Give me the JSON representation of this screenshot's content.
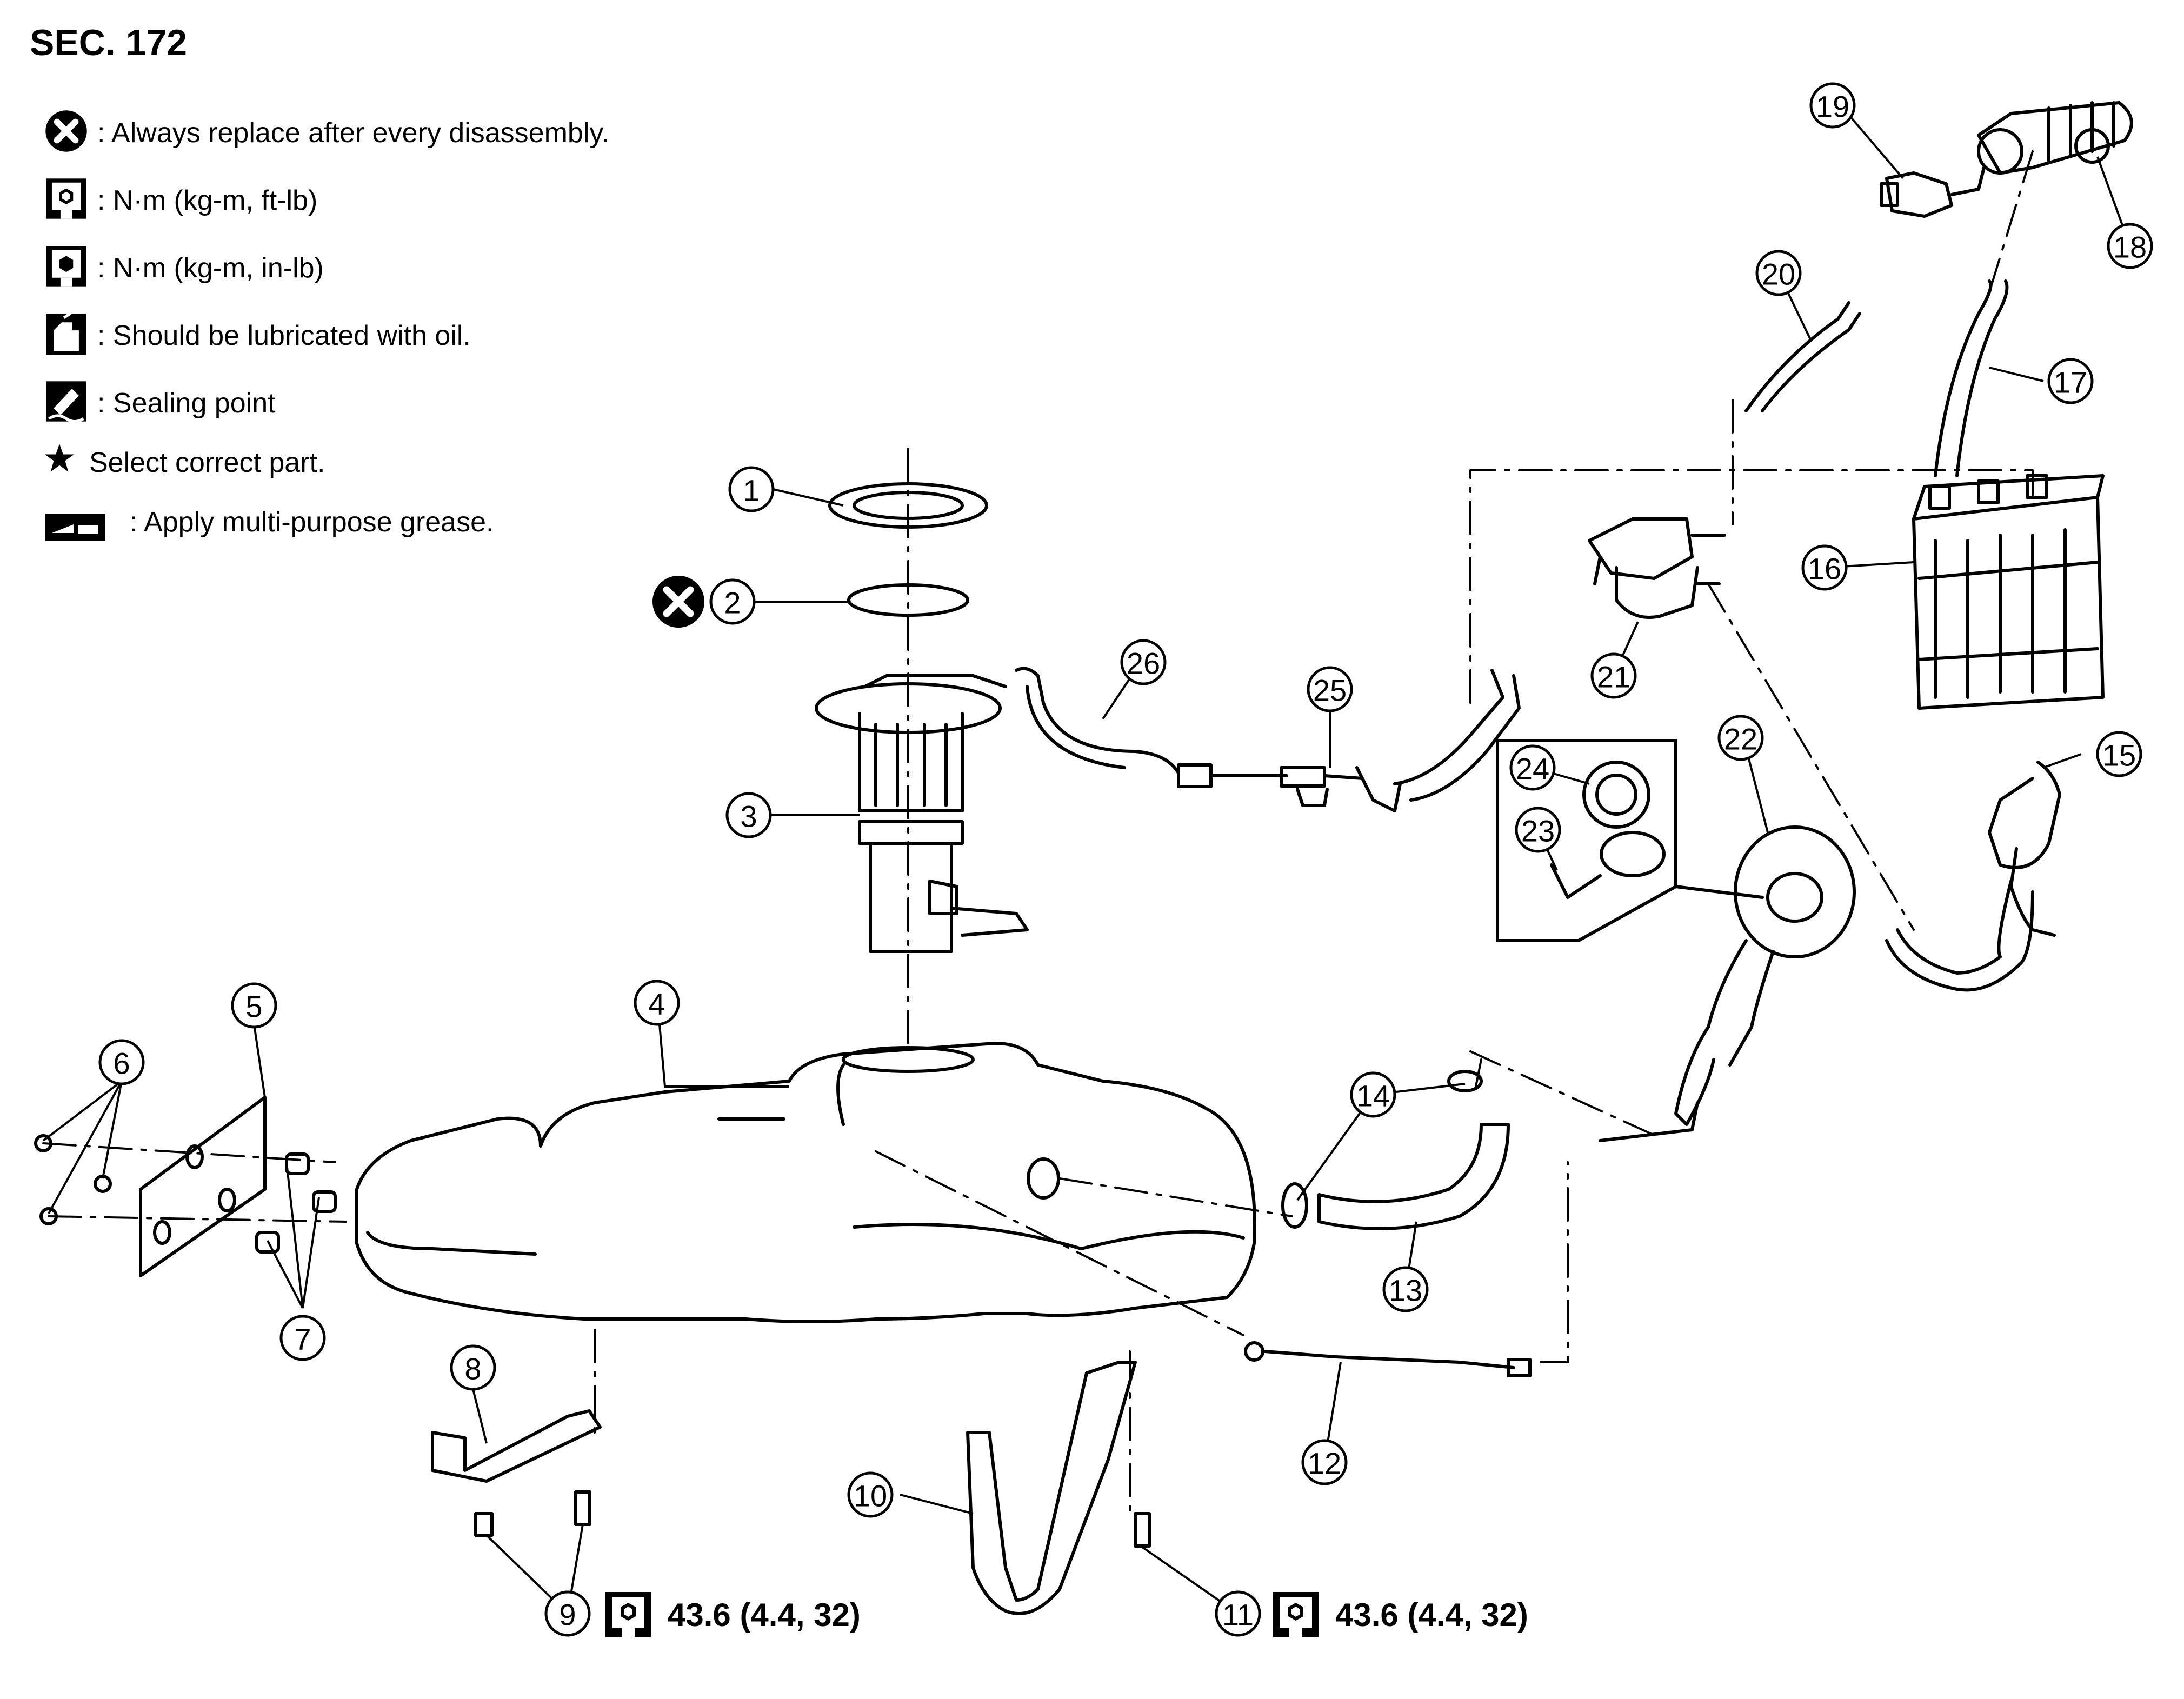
{
  "section_title": "SEC. 172",
  "legend": [
    {
      "icon": "always-replace-icon",
      "text": ": Always replace after every disassembly."
    },
    {
      "icon": "torque-ft-lb-icon",
      "text": ": N·m (kg-m, ft-lb)"
    },
    {
      "icon": "torque-in-lb-icon",
      "text": ": N·m (kg-m, in-lb)"
    },
    {
      "icon": "oil-can-icon",
      "text": ": Should be lubricated with oil."
    },
    {
      "icon": "sealing-point-icon",
      "text": ": Sealing point"
    },
    {
      "icon": "star-icon",
      "text": "Select correct part."
    },
    {
      "icon": "grease-icon",
      "text": ": Apply multi-purpose grease."
    }
  ],
  "callouts": [
    "1",
    "2",
    "3",
    "4",
    "5",
    "6",
    "7",
    "8",
    "9",
    "10",
    "11",
    "12",
    "13",
    "14",
    "15",
    "16",
    "17",
    "18",
    "19",
    "20",
    "21",
    "22",
    "23",
    "24",
    "25",
    "26"
  ],
  "torque_specs": [
    {
      "for_part": "9",
      "value": "43.6 (4.4, 32)"
    },
    {
      "for_part": "11",
      "value": "43.6 (4.4, 32)"
    }
  ]
}
